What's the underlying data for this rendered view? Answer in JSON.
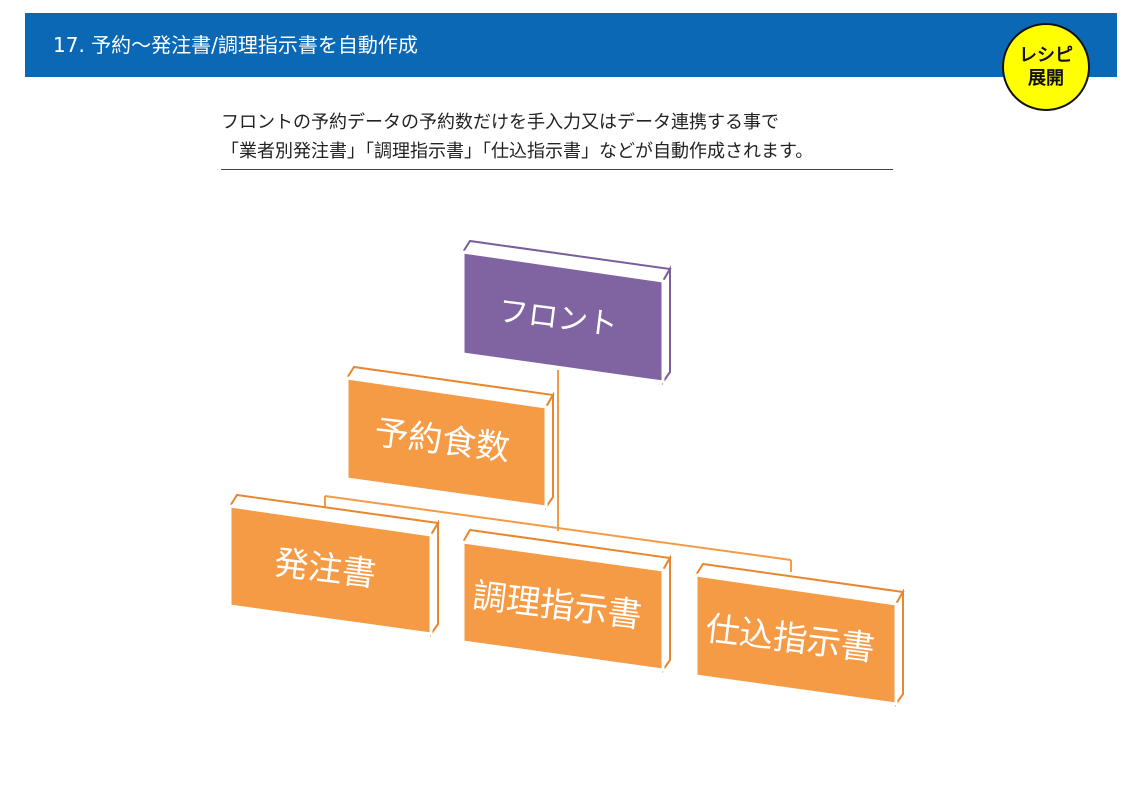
{
  "header": {
    "title": "17. 予約～発注書/調理指示書を自動作成",
    "badge_line1": "レシピ",
    "badge_line2": "展開"
  },
  "intro": {
    "line1": "フロントの予約データの予約数だけを手入力又はデータ連携する事で",
    "line2": "「業者別発注書」「調理指示書」「仕込指示書」などが自動作成されます。"
  },
  "diagram": {
    "front": "フロント",
    "meal_count": "予約食数",
    "purchase_order": "発注書",
    "cooking_instructions": "調理指示書",
    "prep_instructions": "仕込指示書"
  },
  "colors": {
    "header_bg": "#0a68b4",
    "badge_bg": "#ffff00",
    "front_box": "#8064a2",
    "orange_box": "#f59a45",
    "connector": "#f59a45"
  }
}
